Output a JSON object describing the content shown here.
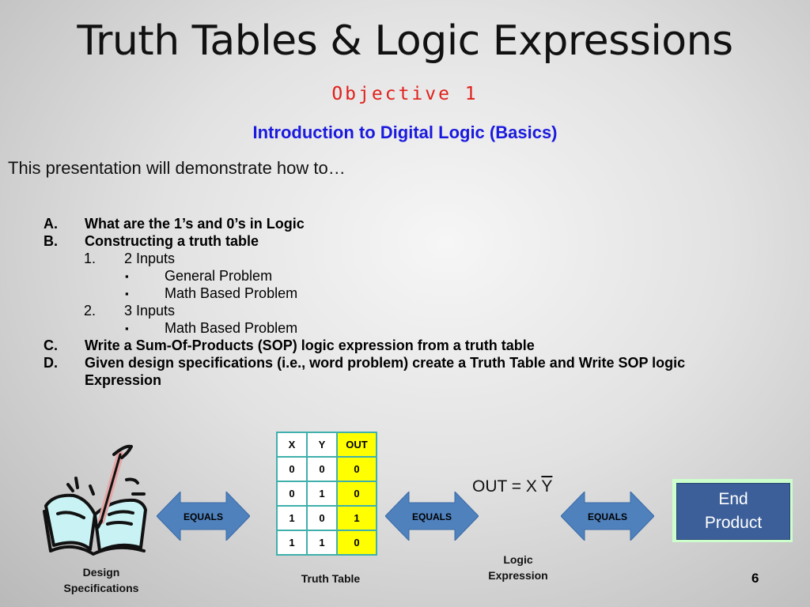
{
  "slide": {
    "title": "Truth Tables & Logic Expressions",
    "objective": "Objective 1",
    "subtitle": "Introduction to Digital Logic (Basics)",
    "intro": "This presentation will demonstrate how to…",
    "page_number": "6"
  },
  "outline": {
    "a_marker": "A.",
    "a_text": "What are the 1’s and 0’s in Logic",
    "b_marker": "B.",
    "b_text": "Constructing a truth table",
    "b1_marker": "1.",
    "b1_text": "2 Inputs",
    "b1_bullet1": "General Problem",
    "b1_bullet2": "Math Based Problem",
    "b2_marker": "2.",
    "b2_text": "3 Inputs",
    "b2_bullet1": "Math Based Problem",
    "c_marker": "C.",
    "c_text": "Write a Sum-Of-Products (SOP) logic expression from a truth table",
    "d_marker": "D.",
    "d_line1": "Given design specifications (i.e., word problem) create a Truth Table and Write SOP logic",
    "d_line2": "Expression",
    "bullet_glyph": "▪"
  },
  "diagram": {
    "arrow_label": "EQUALS",
    "design_caption_1": "Design",
    "design_caption_2": "Specifications",
    "truth_table_caption": "Truth Table",
    "logic_caption_1": "Logic",
    "logic_caption_2": "Expression",
    "end_product_1": "End",
    "end_product_2": "Product",
    "expression": {
      "lhs": "OUT",
      "eq": "=",
      "x": "X",
      "y": "Y"
    }
  },
  "truth_table": {
    "headers": [
      "X",
      "Y",
      "OUT"
    ],
    "rows": [
      [
        "0",
        "0",
        "0"
      ],
      [
        "0",
        "1",
        "0"
      ],
      [
        "1",
        "0",
        "1"
      ],
      [
        "1",
        "1",
        "0"
      ]
    ]
  },
  "colors": {
    "arrow": "#4f81bd",
    "table_border": "#3fb0ac",
    "highlight": "#ffff00",
    "end_box": "#3c5f99",
    "end_frame": "#ccffcc"
  }
}
